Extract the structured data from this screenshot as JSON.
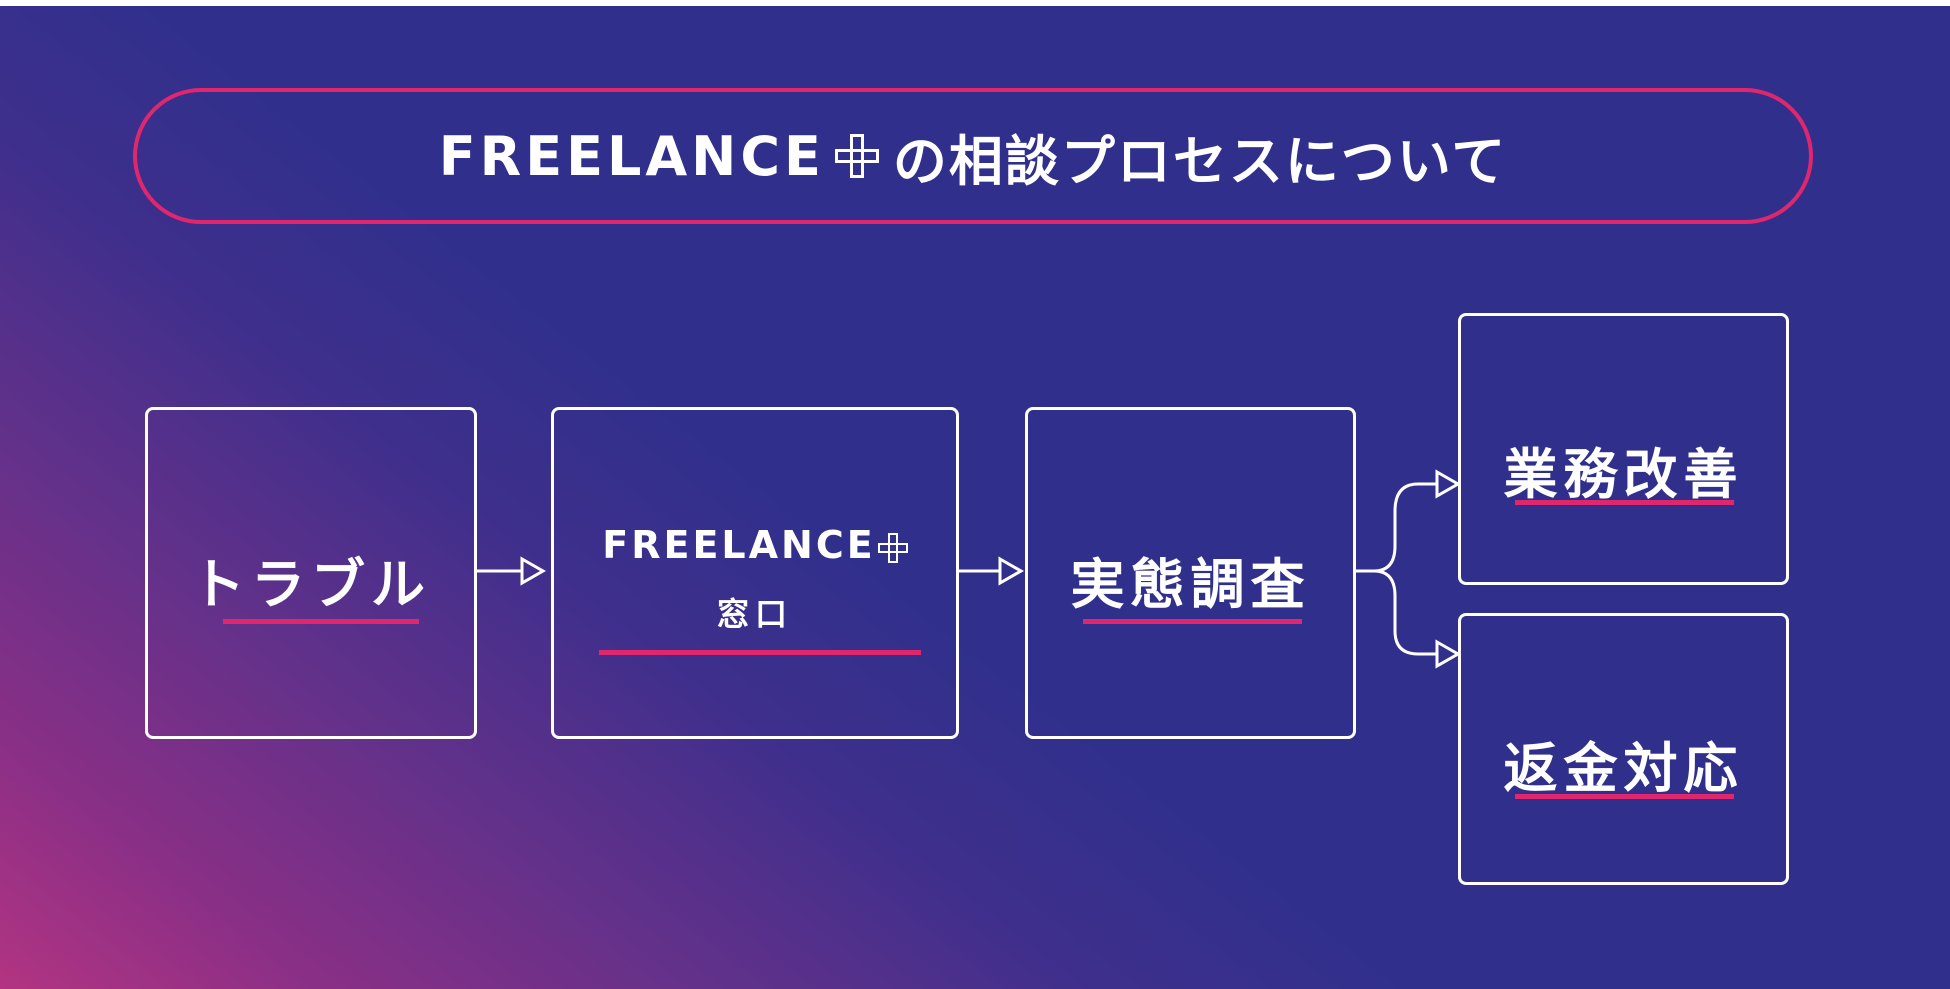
{
  "title": {
    "brand": "FREELANCE",
    "text": "の相談プロセスについて"
  },
  "steps": {
    "trouble": "トラブル",
    "window_brand": "FREELANCE",
    "window_sub": "窓口",
    "investigation": "実態調査",
    "improvement": "業務改善",
    "refund": "返金対応"
  },
  "icons": {
    "plus": "plus-outline-icon",
    "arrow": "arrow-right-icon"
  },
  "colors": {
    "accent": "#e0276e",
    "background": "#30308c",
    "background_corner": "#b23482",
    "line": "#ffffff"
  }
}
